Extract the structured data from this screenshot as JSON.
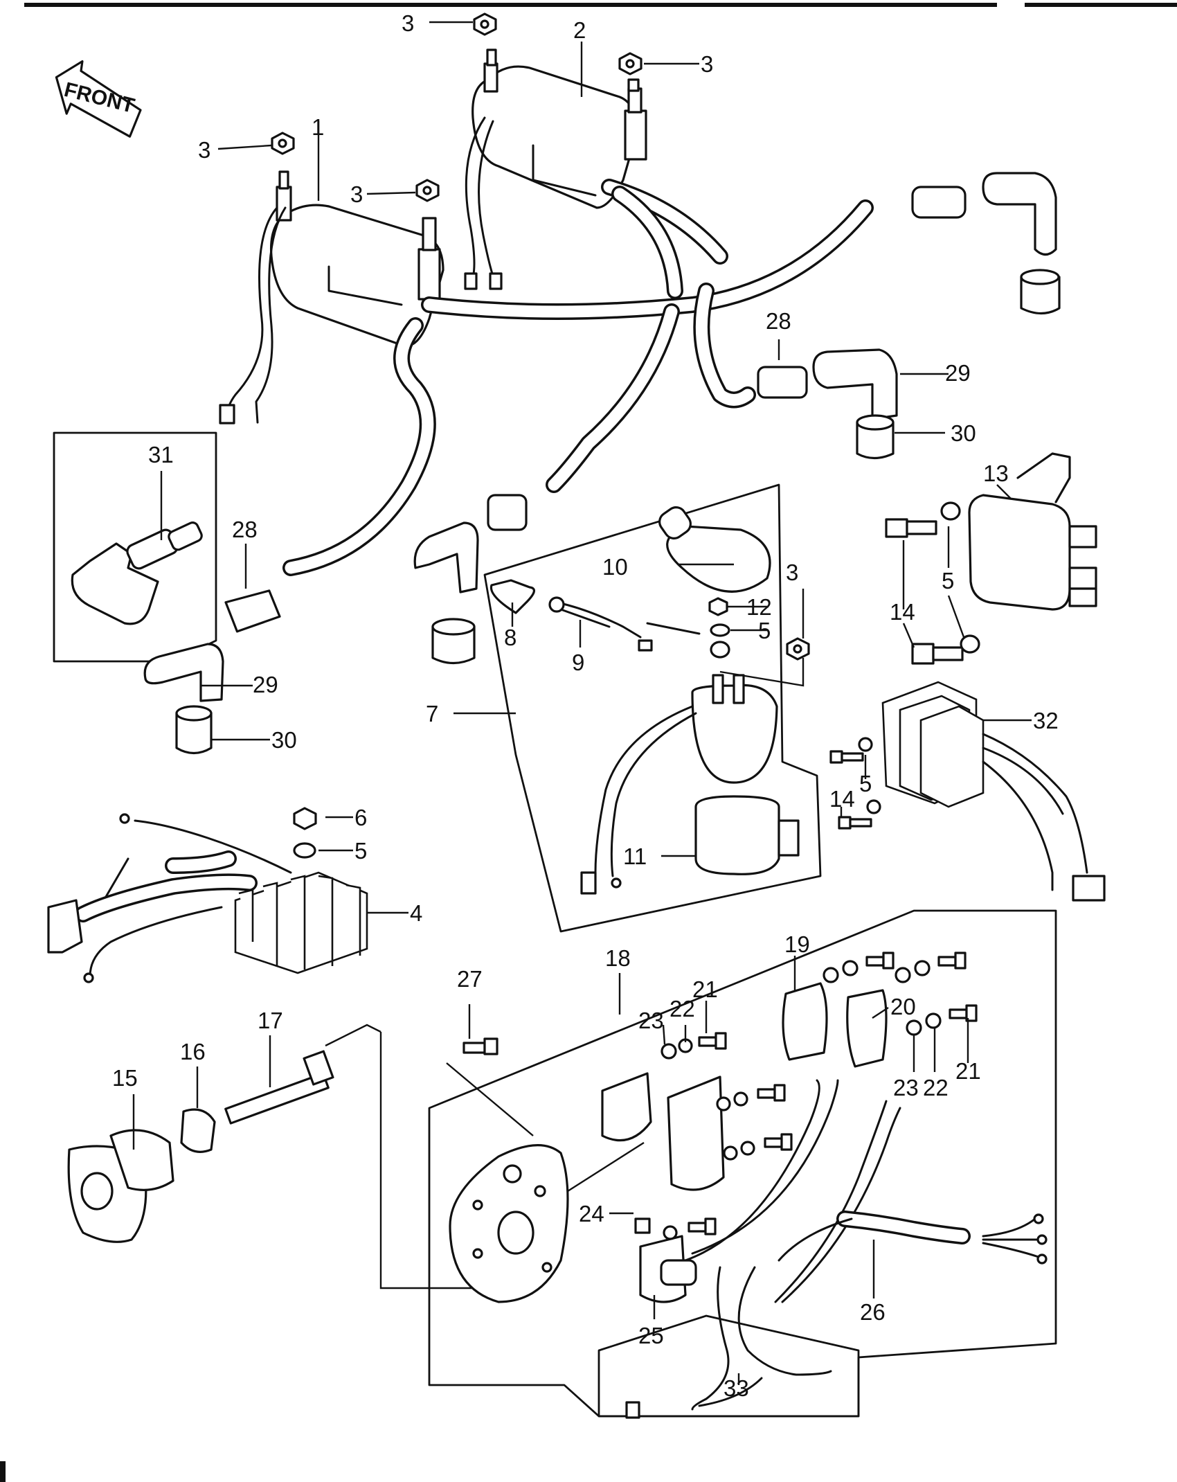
{
  "front_label": "FRONT",
  "callouts": {
    "c1": "1",
    "c2": "2",
    "c3a": "3",
    "c3b": "3",
    "c3c": "3",
    "c3d": "3",
    "c3e": "3",
    "c4": "4",
    "c5a": "5",
    "c5b": "5",
    "c5c": "5",
    "c5d": "5",
    "c6": "6",
    "c7": "7",
    "c8": "8",
    "c9": "9",
    "c10": "10",
    "c11": "11",
    "c12": "12",
    "c13": "13",
    "c14a": "14",
    "c14b": "14",
    "c15": "15",
    "c16": "16",
    "c17": "17",
    "c18": "18",
    "c19": "19",
    "c20": "20",
    "c21a": "21",
    "c21b": "21",
    "c22a": "22",
    "c22b": "22",
    "c23a": "23",
    "c23b": "23",
    "c24": "24",
    "c25": "25",
    "c26": "26",
    "c27": "27",
    "c28a": "28",
    "c28b": "28",
    "c29a": "29",
    "c29b": "29",
    "c30a": "30",
    "c30b": "30",
    "c31": "31",
    "c32": "32",
    "c33": "33"
  },
  "colors": {
    "ink": "#111111",
    "paper": "#ffffff"
  }
}
